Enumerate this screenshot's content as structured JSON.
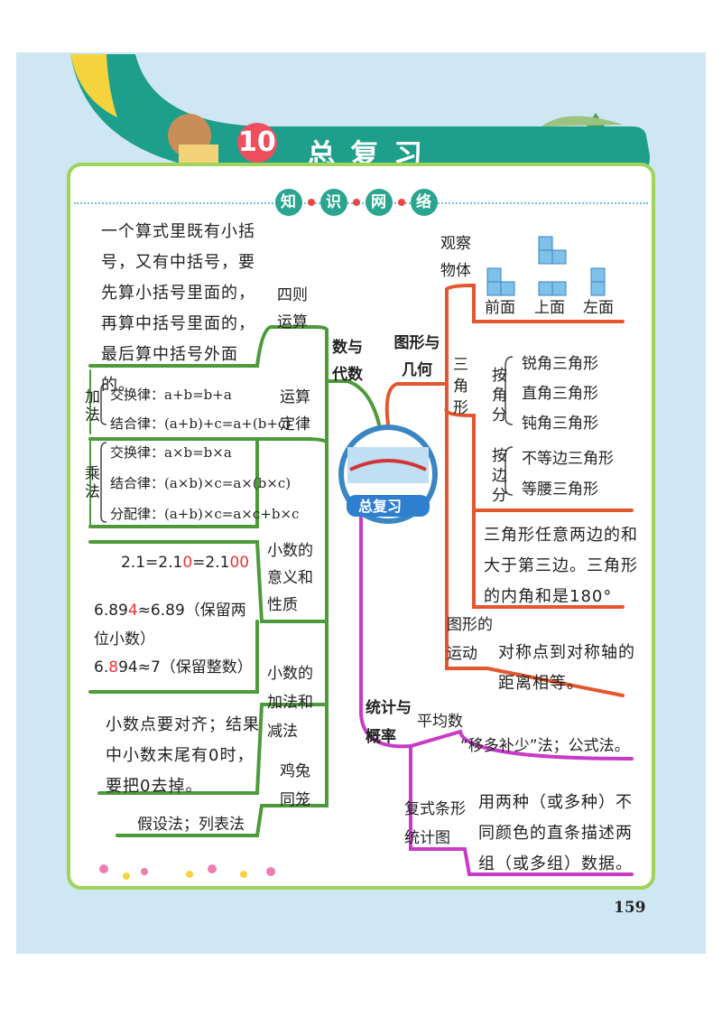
{
  "page": {
    "title": "总复习",
    "unit_number": "10",
    "subtitle_chars": [
      "知",
      "识",
      "网",
      "络"
    ],
    "page_number": "159"
  },
  "center": {
    "label": "总复习"
  },
  "left": {
    "mixed_ops": {
      "note": "一个算式里既有小括号，又有中括号，要先算小括号里面的，再算中括号里面的，最后算中括号外面的。",
      "branch": "四则运算"
    },
    "laws": {
      "branch": "运算定律",
      "add_label": "加法",
      "add": [
        "交换律：a+b=b+a",
        "结合律：(a+b)+c=a+(b+c)"
      ],
      "mul_label": "乘法",
      "mul": [
        "交换律：a×b=b×a",
        "结合律：(a×b)×c=a×(b×c)",
        "分配律：(a+b)×c=a×c+b×c"
      ]
    },
    "decimal_meaning": {
      "branch": "小数的意义和性质",
      "eq_prefix": "2.1=2.1",
      "eq_z1": "0",
      "eq_mid": "=2.1",
      "eq_z2": "00",
      "r1_pre": "6.89",
      "r1_red": "4",
      "r1_post": "≈6.89（保留两位小数）",
      "r2_pre": "6.",
      "r2_red": "8",
      "r2_post": "94≈7（保留整数）"
    },
    "decimal_add": {
      "branch": "小数的加法和减法",
      "note": "小数点要对齐；结果中小数末尾有0时，要把0去掉。"
    },
    "chicken": {
      "branch": "鸡兔同笼",
      "note": "假设法；列表法"
    },
    "category": "数与代数"
  },
  "right": {
    "category": "图形与几何",
    "observe": {
      "branch": "观察物体",
      "views": [
        "前面",
        "上面",
        "左面"
      ]
    },
    "triangle": {
      "branch": "三角形",
      "by_angle": "按角分",
      "angle_types": [
        "锐角三角形",
        "直角三角形",
        "钝角三角形"
      ],
      "by_side": "按边分",
      "side_types": [
        "不等边三角形",
        "等腰三角形"
      ],
      "fact": "三角形任意两边的和大于第三边。三角形的内角和是180°"
    },
    "motion": {
      "branch": "图形的运动",
      "note": "对称点到对称轴的距离相等。"
    },
    "stats_category": "统计与概率",
    "average": {
      "branch": "平均数",
      "note": "“移多补少”法；公式法。"
    },
    "bar": {
      "branch": "复式条形统计图",
      "note": "用两种（或多种）不同颜色的直条描述两组（或多组）数据。"
    }
  },
  "colors": {
    "left_branch": "#4d9a3a",
    "geometry_branch": "#e4572e",
    "stats_branch": "#c83ac8",
    "panel_border": "#9fd35a",
    "header": "#1d9f8c"
  }
}
